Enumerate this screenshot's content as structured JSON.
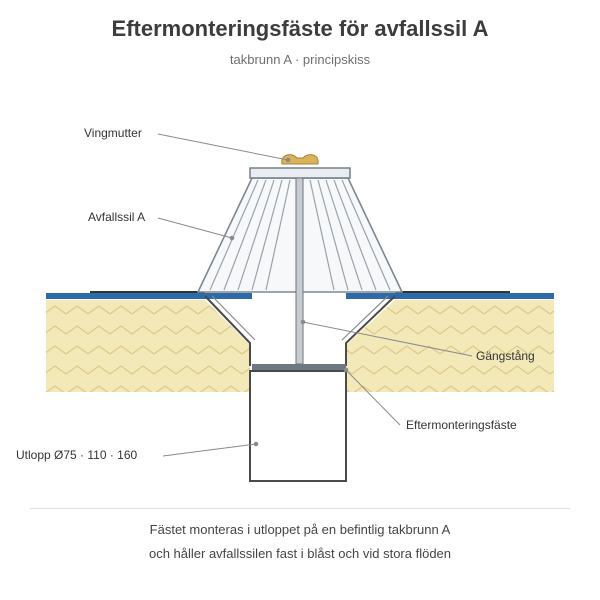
{
  "header": {
    "title": "Eftermonteringsfäste för avfallssil A",
    "subtitle": "takbrunn A · principskiss"
  },
  "callouts": {
    "wing_nut": "Vingmutter",
    "strainer": "Avfallssil A",
    "threaded_rod": "Gängstång",
    "bracket": "Eftermonteringsfäste",
    "outlet": "Utlopp Ø75 · 110 · 160"
  },
  "caption": {
    "line1": "Fästet monteras i utloppet på en befintlig takbrunn A",
    "line2": "och håller avfallssilen fast i blåst och vid stora flöden"
  },
  "colors": {
    "insulation": "#f3e9b8",
    "membrane": "#2e6aa8",
    "wing_nut": "#d9b25a",
    "outline": "#4a4a4a",
    "leader": "#8a8a8a"
  }
}
